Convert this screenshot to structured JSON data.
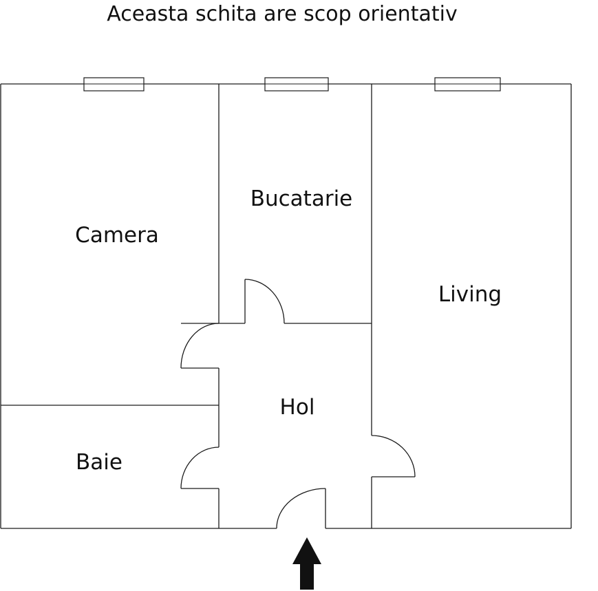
{
  "title": "Aceasta schita are scop orientativ",
  "rooms": {
    "camera": "Camera",
    "bucatarie": "Bucatarie",
    "living": "Living",
    "hol": "Hol",
    "baie": "Baie"
  },
  "colors": {
    "line": "#1a1a1a",
    "text": "#111111",
    "arrow": "#111111",
    "background": "#ffffff"
  },
  "icons": {
    "entrance": "up-arrow-icon"
  }
}
